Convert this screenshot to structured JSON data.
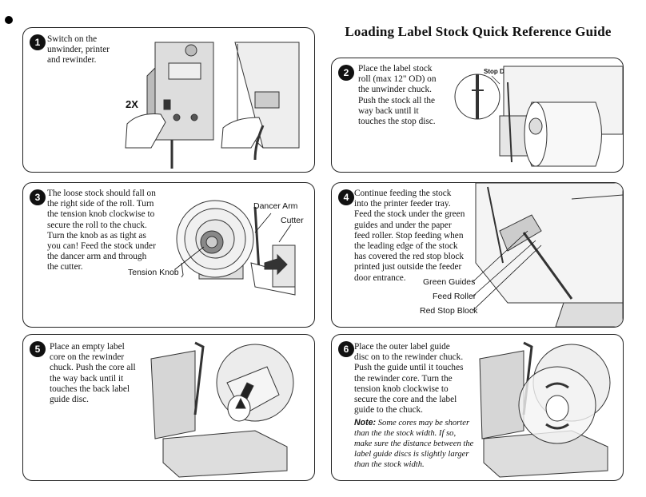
{
  "title": "Loading Label Stock Quick Reference Guide",
  "steps": [
    {
      "num": "1",
      "text": "Switch on the\nunwinder, printer\nand rewinder.",
      "callout": "2X"
    },
    {
      "num": "2",
      "text": "Place the label stock\nroll (max 12\" OD) on\nthe unwinder chuck.\nPush the stock all the\nway back until it\ntouches the stop disc.",
      "callout": "Stop Disc"
    },
    {
      "num": "3",
      "text": "The loose stock should fall on\nthe right side of the roll.  Turn\nthe tension knob clockwise to\nsecure the roll to the chuck.\nTurn the knob as as tight as\nyou can! Feed the stock under\nthe dancer arm and through\nthe cutter.",
      "labels": {
        "dancer_arm": "Dancer Arm",
        "cutter": "Cutter",
        "tension_knob": "Tension Knob"
      }
    },
    {
      "num": "4",
      "text": "Continue feeding the stock\ninto the printer feeder tray.\nFeed the stock under the green\nguides and under the paper\nfeed roller. Stop feeding when\nthe leading edge of the stock\nhas covered the red stop block\nprinted just outside the feeder\ndoor entrance.",
      "labels": {
        "green_guides": "Green Guides",
        "feed_roller": "Feed Roller",
        "red_stop_block": "Red Stop Block"
      }
    },
    {
      "num": "5",
      "text": "Place an empty label\ncore on the rewinder\nchuck.  Push the core all\nthe way back until it\ntouches the back label\nguide disc."
    },
    {
      "num": "6",
      "text": "Place the outer label guide\ndisc on to the rewinder chuck.\nPush the guide until it touches\nthe rewinder core.  Turn the\ntension knob clockwise to\nsecure the core and the label\nguide to the chuck.",
      "note_label": "Note:",
      "note_text": " Some cores may be shorter than the the stock width.  If so, make sure the distance between the label guide discs is slightly larger than the stock width."
    }
  ]
}
